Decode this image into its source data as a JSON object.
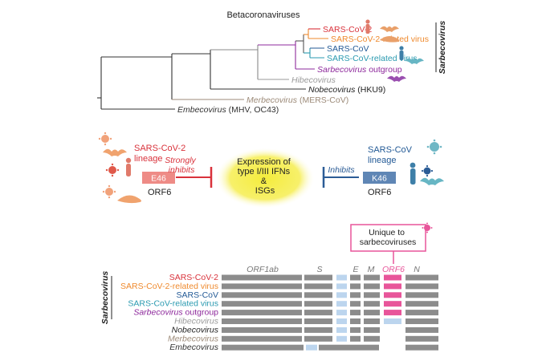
{
  "colors": {
    "sarscov2": "#d9323b",
    "sarscov2_related": "#ef8a2e",
    "sarscov": "#235a96",
    "sarscov_related": "#2a9ab0",
    "outgroup": "#8e2a9c",
    "hibe": "#9a9a9a",
    "nobe": "#222222",
    "merbe": "#9c8a78",
    "embe": "#333333",
    "inhibit_red": "#d9323b",
    "inhibit_blue": "#2b5c96",
    "orf6": "#e8559a",
    "gene_gray": "#8c8c8c",
    "gene_light": "#bcd5ee",
    "glow": "#f6ef52"
  },
  "tree": {
    "title": "Betacoronaviruses",
    "clade_label": "Sarbecovirus",
    "leaves": [
      {
        "key": "sarscov2",
        "label": "SARS-CoV-2",
        "italic": false,
        "suffix": ""
      },
      {
        "key": "sarscov2_related",
        "label": "SARS-CoV-2-related virus",
        "italic": false,
        "suffix": ""
      },
      {
        "key": "sarscov",
        "label": "SARS-CoV",
        "italic": false,
        "suffix": ""
      },
      {
        "key": "sarscov_related",
        "label": "SARS-CoV-related virus",
        "italic": false,
        "suffix": ""
      },
      {
        "key": "outgroup",
        "label": "Sarbecovirus",
        "italic": true,
        "suffix": " outgroup"
      },
      {
        "key": "hibe",
        "label": "Hibecovirus",
        "italic": true,
        "suffix": ""
      },
      {
        "key": "nobe",
        "label": "Nobecovirus",
        "italic": true,
        "suffix": " (HKU9)"
      },
      {
        "key": "merbe",
        "label": "Merbecovirus",
        "italic": true,
        "suffix": " (MERS-CoV)"
      },
      {
        "key": "embe",
        "label": "Embecovirus",
        "italic": true,
        "suffix": " (MHV, OC43)"
      }
    ]
  },
  "mechanism": {
    "left_lineage": "SARS-CoV-2\nlineage",
    "left_residue": "E46",
    "left_protein": "ORF6",
    "left_effect": "Strongly\ninhibits",
    "center": "Expression of\ntype I/III IFNs\n&\nISGs",
    "right_lineage": "SARS-CoV\nlineage",
    "right_residue": "K46",
    "right_protein": "ORF6",
    "right_effect": "Inhibits"
  },
  "genome": {
    "unique_label": "Unique to\nsarbecoviruses",
    "side_label": "Sarbecovirus",
    "genes": [
      "ORF1ab",
      "S",
      "E",
      "M",
      "ORF6",
      "N"
    ],
    "rows": [
      {
        "key": "sarscov2",
        "label": "SARS-CoV-2",
        "italic": false,
        "suffix": ""
      },
      {
        "key": "sarscov2_related",
        "label": "SARS-CoV-2-related virus",
        "italic": false,
        "suffix": ""
      },
      {
        "key": "sarscov",
        "label": "SARS-CoV",
        "italic": false,
        "suffix": ""
      },
      {
        "key": "sarscov_related",
        "label": "SARS-CoV-related virus",
        "italic": false,
        "suffix": ""
      },
      {
        "key": "outgroup",
        "label": "Sarbecovirus",
        "italic": true,
        "suffix": " outgroup"
      },
      {
        "key": "hibe",
        "label": "Hibecovirus",
        "italic": true,
        "suffix": ""
      },
      {
        "key": "nobe",
        "label": "Nobecovirus",
        "italic": true,
        "suffix": ""
      },
      {
        "key": "merbe",
        "label": "Merbecovirus",
        "italic": true,
        "suffix": ""
      },
      {
        "key": "embe",
        "label": "Embecovirus",
        "italic": true,
        "suffix": ""
      }
    ]
  }
}
